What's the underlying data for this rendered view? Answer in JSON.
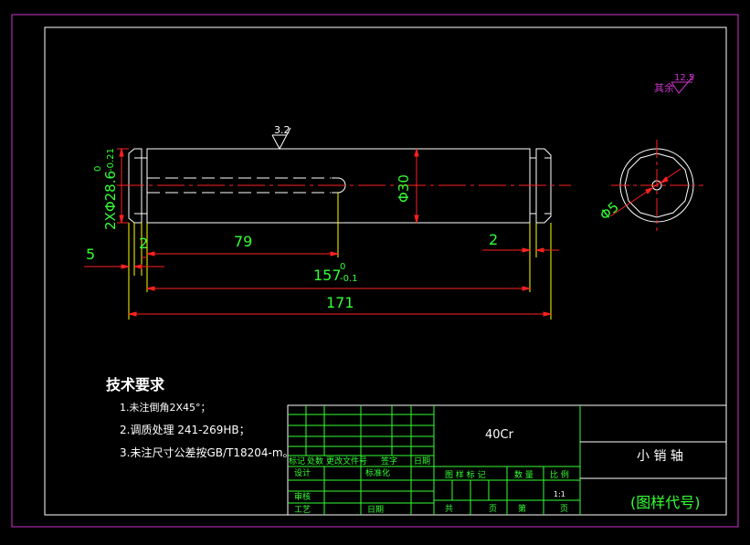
{
  "colors": {
    "background": "#000000",
    "outer_frame": "#cc33cc",
    "inner_frame": "#ffffff",
    "part_outline": "#ffffff",
    "dimension": "#ff2020",
    "dim_text": "#33ff33",
    "table_grid": "#33ff33",
    "center_line": "#ff2020",
    "extension": "#ffff00",
    "roughness_sym": "#cc33cc"
  },
  "dims": {
    "surface_rough_main": "3.2",
    "dia_left": "2XΦ28.6",
    "dia_left_tol_upper": "0",
    "dia_left_tol_lower": "-0.21",
    "dia_body": "Φ30",
    "dim_5": "5",
    "dim_2_left": "2",
    "dim_79": "79",
    "dim_2_right": "2",
    "dim_157": "157",
    "dim_157_tol_upper": "0",
    "dim_157_tol_lower": "-0.1",
    "dim_171": "171",
    "dia_hole": "Φ5"
  },
  "roughness_note": {
    "label": "其余",
    "value": "12.5"
  },
  "tech_req": {
    "title": "技术要求",
    "items": [
      "1.未注倒角2X45°；",
      "2.调质处理 241-269HB；",
      "3.未注尺寸公差按GB/T18204-m。"
    ]
  },
  "title_block": {
    "material": "40Cr",
    "part_name": "小  销  轴",
    "drawing_code": "(图样代号)",
    "row_labels": [
      "标记",
      "处数",
      "更改文件号",
      "签字",
      "日期"
    ],
    "design": "设计",
    "standardization": "标准化",
    "review": "审核",
    "process": "工艺",
    "date": "日期",
    "stage_mark": "图 样 标 记",
    "weight": "数 量",
    "scale": "比 例",
    "scale_value": "1:1",
    "total": "共",
    "page": "页",
    "sheet": "第",
    "page2": "页"
  }
}
